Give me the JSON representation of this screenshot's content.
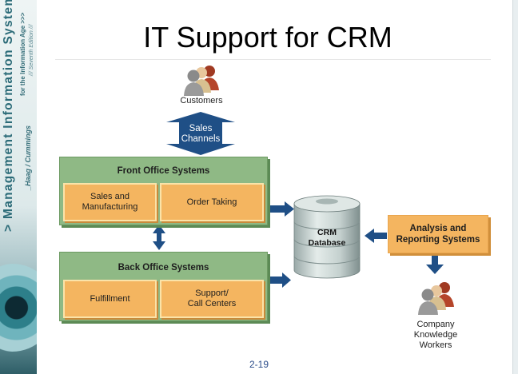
{
  "title": "IT Support for CRM",
  "page_number": "2-19",
  "banner": {
    "book_title": "> Management Information Systems",
    "subtitle": "for the Information Age >>>",
    "edition": "/// Seventh Edition ///",
    "authors": "_Haag / Cummings"
  },
  "diagram": {
    "customers_label": "Customers",
    "sales_channels": [
      "Sales",
      "Channels"
    ],
    "front_office": {
      "title": "Front Office Systems",
      "boxes": [
        {
          "line1": "Sales and",
          "line2": "Manufacturing"
        },
        {
          "line1": "Order Taking",
          "line2": ""
        }
      ]
    },
    "back_office": {
      "title": "Back Office Systems",
      "boxes": [
        {
          "line1": "Fulfillment",
          "line2": ""
        },
        {
          "line1": "Support/",
          "line2": "Call Centers"
        }
      ]
    },
    "database": [
      "CRM",
      "Database"
    ],
    "analysis": [
      "Analysis and",
      "Reporting Systems"
    ],
    "workers": [
      "Company",
      "Knowledge",
      "Workers"
    ]
  },
  "colors": {
    "green_block": "#8fb985",
    "orange_box": "#f4b560",
    "arrow_blue": "#1f4f86",
    "banner_teal": "#2b6b78"
  }
}
